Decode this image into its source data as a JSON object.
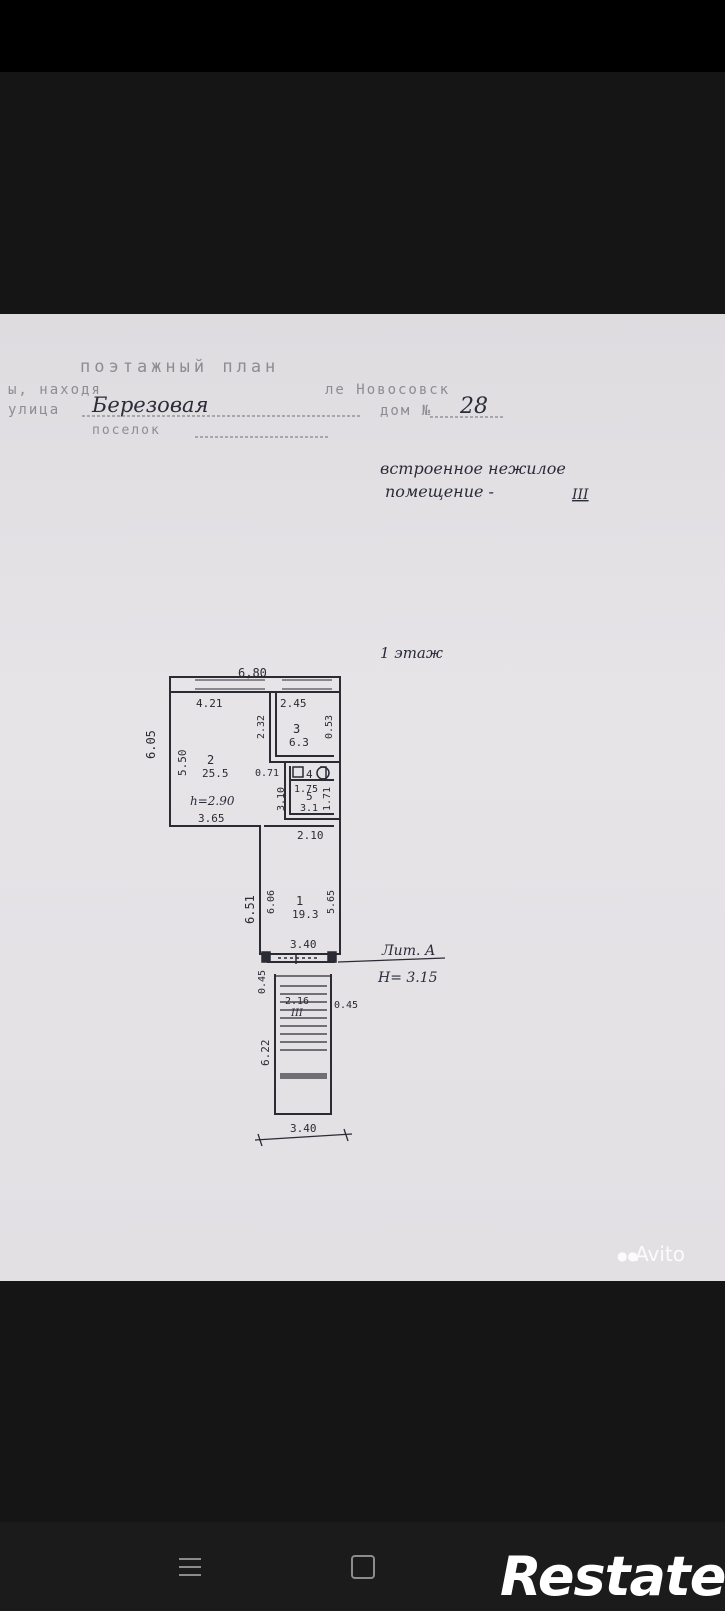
{
  "header": {
    "line1": "поэтажный план",
    "line2_prefix": "ы, находя",
    "line2_suffix": "ле Новосовск",
    "street_label": "улица",
    "street_value": "Березовая",
    "house_label": "дом №",
    "house_value": "28",
    "line3_label": "поселок"
  },
  "note": {
    "line1": "встроенное нежилое",
    "line2": "помещение -",
    "roman": "III"
  },
  "floor_label": "1 этаж",
  "dimensions": {
    "top_width": "6,80",
    "room2_top": "4.21",
    "room3_top": "2.45",
    "left_height": "6.05",
    "room2_inner_height": "5.50",
    "room3_left": "2.32",
    "room3_right": "0.53",
    "small_075": "0.71",
    "room5_top": "1.75",
    "room5_left": "3.10",
    "room5_right": "1.71",
    "room2_bottom": "3.65",
    "ceiling": "h=2.90",
    "room1_top": "2.10",
    "room1_outer_left": "6.51",
    "room1_inner_left": "6.06",
    "room1_inner_right": "5.65",
    "room1_bottom": "3.40",
    "vestibule_left": "0.45",
    "vestibule_right": "0.45",
    "stairs_height": "6.22",
    "stairs_width": "3.40",
    "lit_label": "Лит. А",
    "lit_height": "H= 3.15"
  },
  "rooms": [
    {
      "number": "1",
      "area": "19.3"
    },
    {
      "number": "2",
      "area": "25.5"
    },
    {
      "number": "3",
      "area": "6.3"
    },
    {
      "number": "4",
      "area": ""
    },
    {
      "number": "5",
      "area": "3.1"
    },
    {
      "number": "",
      "area": "2.16"
    }
  ],
  "vestibule_roman": "III",
  "watermark": "Avito",
  "brand": "Restate",
  "nav": {
    "menu_icon": "menu-icon",
    "home_icon": "square-icon"
  }
}
